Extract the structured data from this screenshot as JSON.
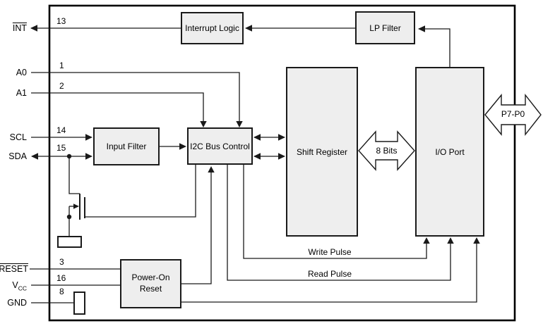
{
  "colors": {
    "background": "#ffffff",
    "block_fill": "#eeeeee",
    "block_border": "#1a1a1a",
    "line": "#1a1a1a",
    "box_border": "#000000",
    "text": "#000000"
  },
  "pins": [
    {
      "id": "int",
      "label": "INT",
      "overline": true,
      "number": "13"
    },
    {
      "id": "a0",
      "label": "A0",
      "overline": false,
      "number": "1"
    },
    {
      "id": "a1",
      "label": "A1",
      "overline": false,
      "number": "2"
    },
    {
      "id": "scl",
      "label": "SCL",
      "overline": false,
      "number": "14"
    },
    {
      "id": "sda",
      "label": "SDA",
      "overline": false,
      "number": "15"
    },
    {
      "id": "reset",
      "label": "RESET",
      "overline": true,
      "number": "3"
    },
    {
      "id": "vcc",
      "label": "V",
      "label_sub": "CC",
      "overline": false,
      "number": "16"
    },
    {
      "id": "gnd",
      "label": "GND",
      "overline": false,
      "number": "8"
    }
  ],
  "blocks": {
    "interrupt_logic": {
      "label": "Interrupt Logic"
    },
    "lp_filter": {
      "label": "LP Filter"
    },
    "input_filter": {
      "label": "Input Filter"
    },
    "i2c_bus_control": {
      "label": "I2C Bus Control"
    },
    "shift_register": {
      "label": "Shift Register"
    },
    "io_port": {
      "label": "I/O Port"
    },
    "power_on_reset": {
      "label": "Power-On Reset"
    }
  },
  "bus_labels": {
    "eight_bits": "8 Bits",
    "port_pins": "P7-P0"
  },
  "wire_labels": {
    "write_pulse": "Write Pulse",
    "read_pulse": "Read Pulse"
  }
}
